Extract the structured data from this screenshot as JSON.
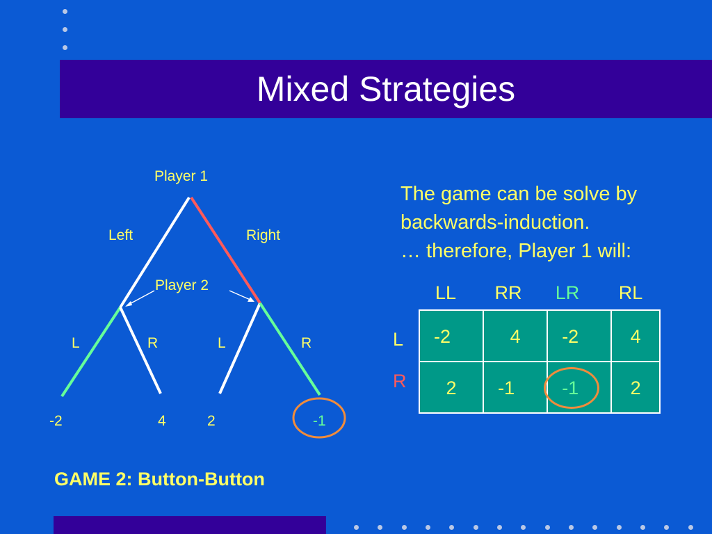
{
  "slide": {
    "title": "Mixed Strategies",
    "game_label": "GAME 2:  Button-Button"
  },
  "tree": {
    "root_label": "Player 1",
    "left_branch_label": "Left",
    "right_branch_label": "Right",
    "player2_label": "Player 2",
    "sub_labels": [
      "L",
      "R",
      "L",
      "R"
    ],
    "payoffs": [
      "-2",
      "4",
      "2",
      "-1"
    ]
  },
  "explanation": {
    "lines": [
      "The game can be solve by",
      "backwards-induction.",
      "… therefore, Player 1 will:"
    ]
  },
  "matrix": {
    "col_headers": [
      "LL",
      "RR",
      "LR",
      "RL"
    ],
    "row_headers": [
      "L",
      "R"
    ],
    "rows": [
      [
        "-2",
        "4",
        "-2",
        "4"
      ],
      [
        "2",
        "-1",
        "-1",
        "2"
      ]
    ]
  },
  "colors": {
    "background": "#0b5ad4",
    "title_bar": "#330099",
    "text_yellow": "#ffff66",
    "highlight_green": "#66ff99",
    "highlight_red": "#ff5a5a",
    "circle_orange": "#f08c3c",
    "matrix_fill": "#009988"
  }
}
